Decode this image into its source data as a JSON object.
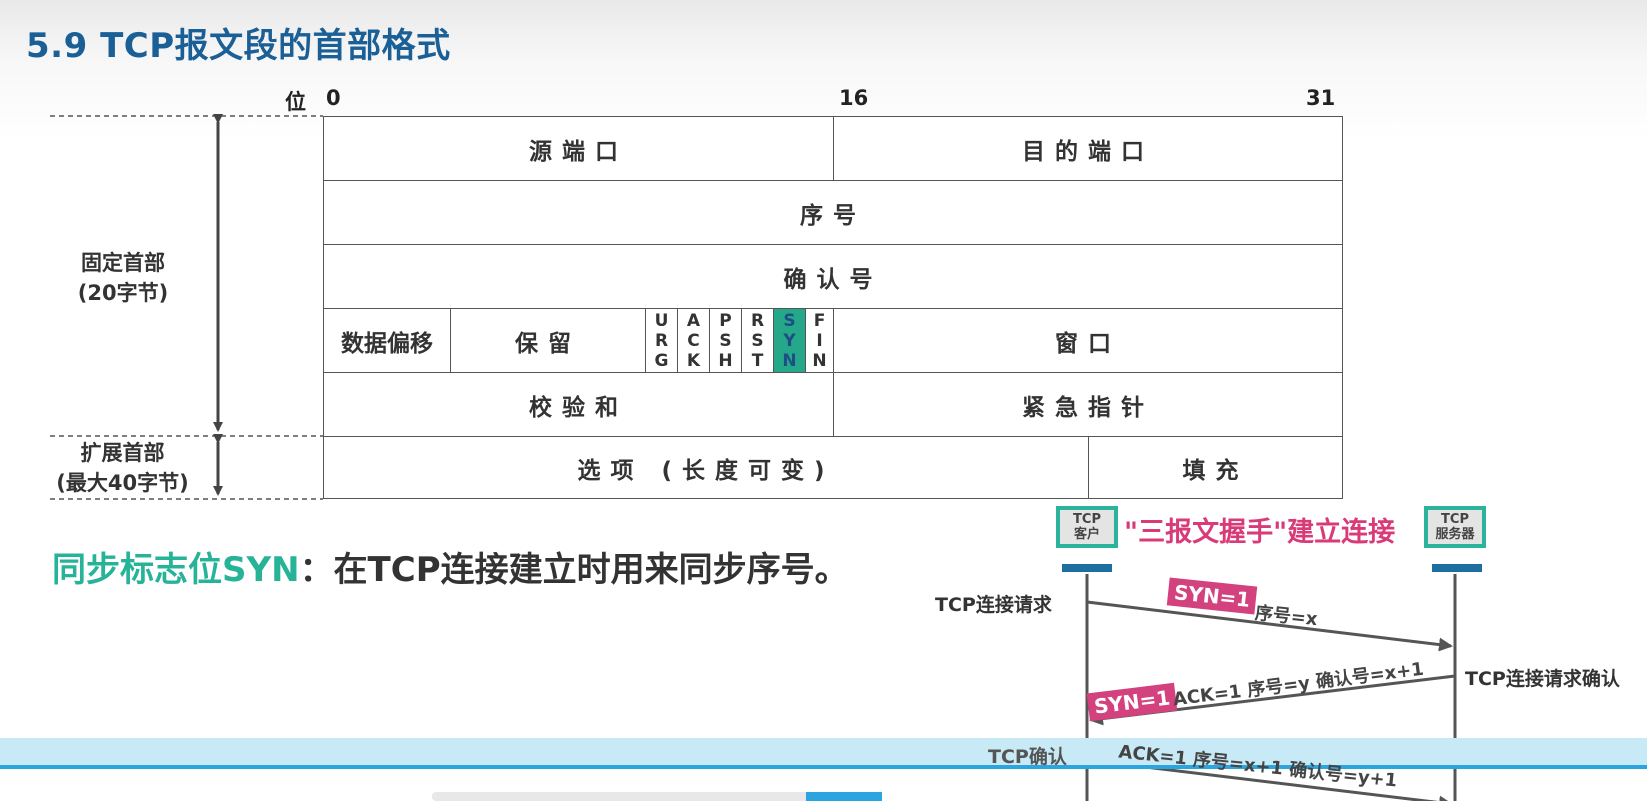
{
  "title": "5.9 TCP报文段的首部格式",
  "bits": {
    "label": "位",
    "b0": "0",
    "b16": "16",
    "b31": "31"
  },
  "rows": {
    "src_port": "源端口",
    "dst_port": "目的端口",
    "seq": "序号",
    "ack_num": "确认号",
    "data_offset": "数据偏移",
    "reserved": "保留",
    "window": "窗口",
    "checksum": "校验和",
    "urgent_ptr": "紧急指针",
    "options": "选项 (长度可变)",
    "padding": "填充"
  },
  "flags": [
    {
      "name": "URG",
      "letters": [
        "U",
        "R",
        "G"
      ],
      "highlighted": false
    },
    {
      "name": "ACK",
      "letters": [
        "A",
        "C",
        "K"
      ],
      "highlighted": false
    },
    {
      "name": "PSH",
      "letters": [
        "P",
        "S",
        "H"
      ],
      "highlighted": false
    },
    {
      "name": "RST",
      "letters": [
        "R",
        "S",
        "T"
      ],
      "highlighted": false
    },
    {
      "name": "SYN",
      "letters": [
        "S",
        "Y",
        "N"
      ],
      "highlighted": true
    },
    {
      "name": "FIN",
      "letters": [
        "F",
        "I",
        "N"
      ],
      "highlighted": false
    }
  ],
  "side_labels": {
    "fixed_line1": "固定首部",
    "fixed_line2": "(20字节)",
    "ext_line1": "扩展首部",
    "ext_line2": "(最大40字节)"
  },
  "syn_description": {
    "highlight": "同步标志位SYN",
    "rest": "：在TCP连接建立时用来同步序号。"
  },
  "handshake": {
    "title": "\"三报文握手\"建立连接",
    "client": {
      "line1": "TCP",
      "line2": "客户"
    },
    "server": {
      "line1": "TCP",
      "line2": "服务器"
    },
    "step1": {
      "label": "TCP连接请求",
      "tag": "SYN=1",
      "text": "序号=x"
    },
    "step2": {
      "label": "TCP连接请求确认",
      "tag": "SYN=1",
      "text": "ACK=1  序号=y  确认号=x+1"
    },
    "step3": {
      "label": "TCP确认",
      "text": "ACK=1  序号=x+1  确认号=y+1"
    }
  },
  "colors": {
    "title": "#1a5f96",
    "syn_highlight": "#24a889",
    "tag_bg": "#d3427e",
    "host_border": "#2bb39b",
    "handshake_title": "#d93b79"
  }
}
